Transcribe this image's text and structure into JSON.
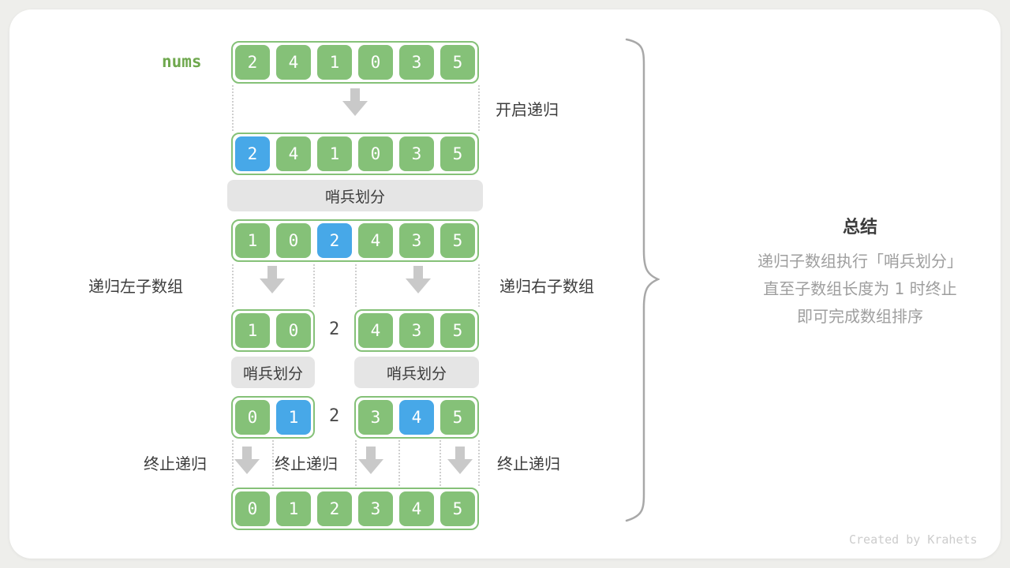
{
  "colors": {
    "green": "#85c178",
    "blue": "#47a8e8",
    "nums_green": "#6fa84e",
    "gray_box": "#e5e5e5",
    "arrow": "#c9c9c9",
    "dotted": "#cfcfcf",
    "text_dark": "#3c3c3c",
    "text_muted": "#9e9e9e",
    "brace": "#a8a8a8",
    "credit": "#cccccc"
  },
  "labels": {
    "nums": "nums",
    "start_recursion": "开启递归",
    "partition": "哨兵划分",
    "recurse_left": "递归左子数组",
    "recurse_right": "递归右子数组",
    "terminate": "终止递归",
    "pivot": "2"
  },
  "summary": {
    "title": "总结",
    "lines": [
      "递归子数组执行「哨兵划分」",
      "直至子数组长度为 1 时终止",
      "即可完成数组排序"
    ]
  },
  "credit": "Created by Krahets",
  "arrays": {
    "initial": {
      "values": [
        2,
        4,
        1,
        0,
        3,
        5
      ],
      "highlight": []
    },
    "step1": {
      "values": [
        2,
        4,
        1,
        0,
        3,
        5
      ],
      "highlight": [
        0
      ]
    },
    "partitioned": {
      "values": [
        1,
        0,
        2,
        4,
        3,
        5
      ],
      "highlight": [
        2
      ]
    },
    "left_sub": {
      "values": [
        1,
        0
      ],
      "highlight": []
    },
    "right_sub": {
      "values": [
        4,
        3,
        5
      ],
      "highlight": []
    },
    "left_sorted": {
      "values": [
        0,
        1
      ],
      "highlight": [
        1
      ]
    },
    "right_sorted": {
      "values": [
        3,
        4,
        5
      ],
      "highlight": [
        1
      ]
    },
    "final": {
      "values": [
        0,
        1,
        2,
        3,
        4,
        5
      ],
      "highlight": []
    }
  }
}
